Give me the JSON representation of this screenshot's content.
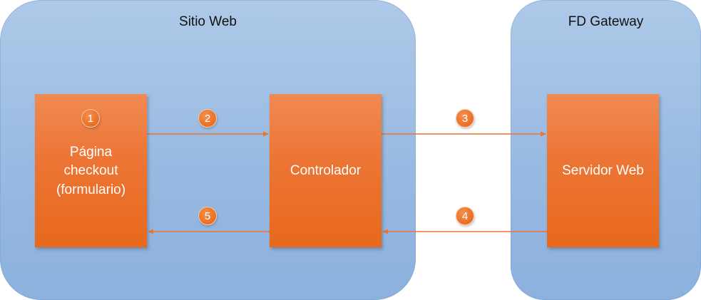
{
  "groups": {
    "sitio_web": {
      "title": "Sitio Web"
    },
    "fd_gateway": {
      "title": "FD Gateway"
    }
  },
  "boxes": {
    "checkout": {
      "label": "Página\ncheckout\n(formulario)"
    },
    "controlador": {
      "label": "Controlador"
    },
    "servidor": {
      "label": "Servidor Web"
    }
  },
  "steps": [
    "1",
    "2",
    "3",
    "4",
    "5"
  ],
  "colors": {
    "group_fill": "#9bbce3",
    "box_fill": "#ec7433",
    "arrow": "#ec7433",
    "badge_fill": "#ea6d22"
  }
}
